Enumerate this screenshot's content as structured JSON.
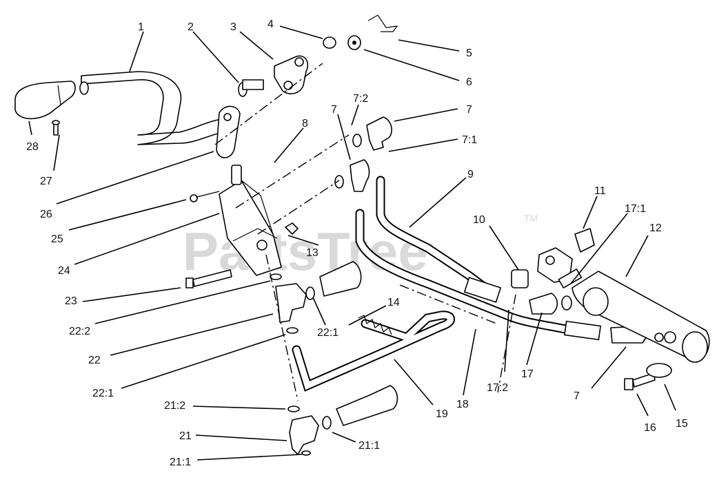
{
  "watermark": {
    "text": "PartsTree",
    "trademark": "TM"
  },
  "callouts": [
    {
      "id": "c1",
      "label": "1"
    },
    {
      "id": "c2",
      "label": "2"
    },
    {
      "id": "c3",
      "label": "3"
    },
    {
      "id": "c4",
      "label": "4"
    },
    {
      "id": "c5",
      "label": "5"
    },
    {
      "id": "c6",
      "label": "6"
    },
    {
      "id": "c7-2",
      "label": "7:2"
    },
    {
      "id": "c7a",
      "label": "7"
    },
    {
      "id": "c7-1",
      "label": "7:1"
    },
    {
      "id": "c7b",
      "label": "7"
    },
    {
      "id": "c8",
      "label": "8"
    },
    {
      "id": "c9",
      "label": "9"
    },
    {
      "id": "c10",
      "label": "10"
    },
    {
      "id": "c11",
      "label": "11"
    },
    {
      "id": "c17-1",
      "label": "17:1"
    },
    {
      "id": "c12",
      "label": "12"
    },
    {
      "id": "c13",
      "label": "13"
    },
    {
      "id": "c14",
      "label": "14"
    },
    {
      "id": "c22-1a",
      "label": "22:1"
    },
    {
      "id": "c28",
      "label": "28"
    },
    {
      "id": "c27",
      "label": "27"
    },
    {
      "id": "c26",
      "label": "26"
    },
    {
      "id": "c25",
      "label": "25"
    },
    {
      "id": "c24",
      "label": "24"
    },
    {
      "id": "c23",
      "label": "23"
    },
    {
      "id": "c22-2",
      "label": "22:2"
    },
    {
      "id": "c22",
      "label": "22"
    },
    {
      "id": "c22-1b",
      "label": "22:1"
    },
    {
      "id": "c21-2",
      "label": "21:2"
    },
    {
      "id": "c21",
      "label": "21"
    },
    {
      "id": "c21-1a",
      "label": "21:1"
    },
    {
      "id": "c21-1b",
      "label": "21:1"
    },
    {
      "id": "c19",
      "label": "19"
    },
    {
      "id": "c18",
      "label": "18"
    },
    {
      "id": "c17-2",
      "label": "17:2"
    },
    {
      "id": "c17",
      "label": "17"
    },
    {
      "id": "c7c",
      "label": "7"
    },
    {
      "id": "c16",
      "label": "16"
    },
    {
      "id": "c15",
      "label": "15"
    }
  ]
}
